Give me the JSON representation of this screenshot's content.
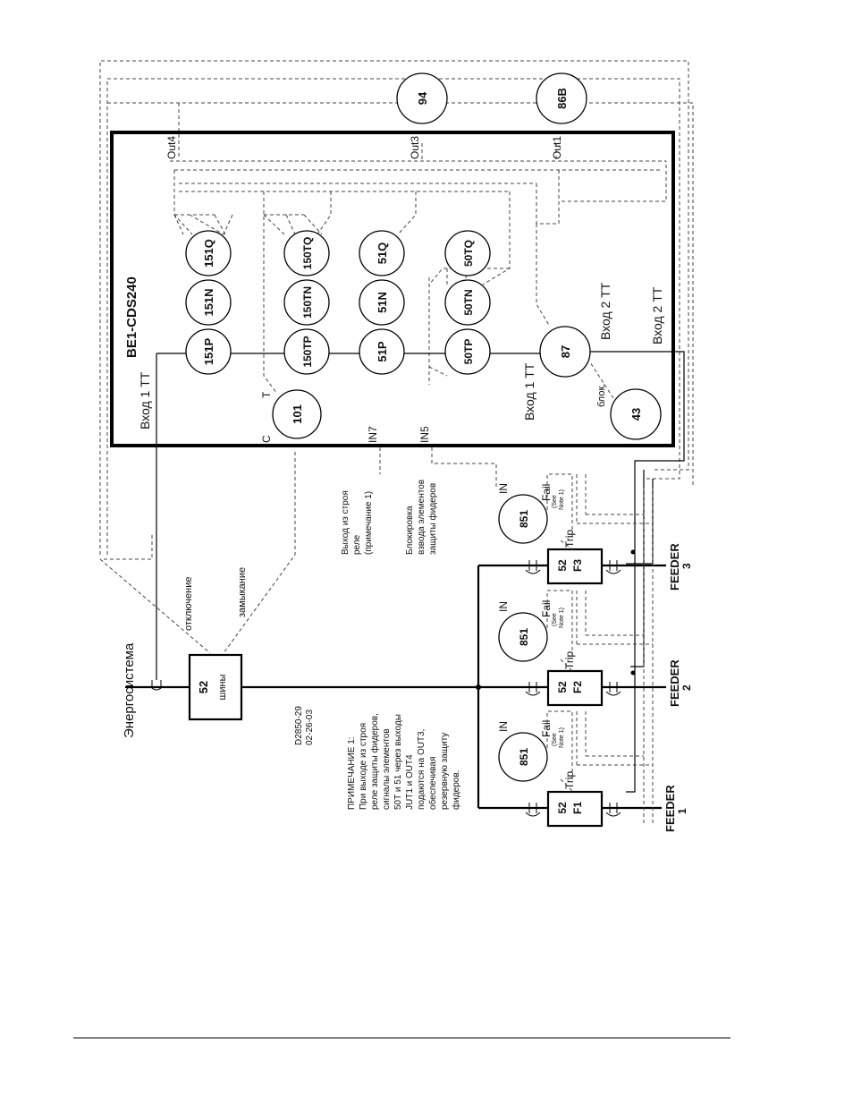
{
  "relay": {
    "title": "BE1-CDS240",
    "input1": "Вход 1 ТТ",
    "input2": "Вход 2 ТТ",
    "block_label": "блок.",
    "in7": "IN7",
    "in5": "IN5",
    "c_label": "C",
    "t_label": "T",
    "outputs": {
      "out1": "Out1",
      "out3": "Out3",
      "out4": "Out4"
    },
    "elements": {
      "e151P": "151P",
      "e151N": "151N",
      "e151Q": "151Q",
      "e150TP": "150TP",
      "e150TN": "150TN",
      "e150TQ": "150TQ",
      "e51P": "51P",
      "e51N": "51N",
      "e51Q": "51Q",
      "e50TP": "50TP",
      "e50TN": "50TN",
      "e50TQ": "50TQ",
      "e87": "87",
      "e101": "101",
      "e43": "43"
    }
  },
  "external": {
    "e94": "94",
    "e86B": "86B",
    "energy_system": "Энергосистема",
    "breaker_main": {
      "num": "52",
      "sub": "шины"
    },
    "trip_label": "отключение",
    "close_label": "замыкание",
    "relay_fail_label": [
      "Выход из строя",
      "реле",
      "(примечание 1)"
    ],
    "blocking_label": [
      "Блокировка",
      "взвода элементов",
      "защиты фидеров"
    ],
    "drawing_no": [
      "D2850-29",
      "02-26-03"
    ]
  },
  "feeders": [
    {
      "relay": "851",
      "breaker": "52",
      "name": "F1",
      "feeder": "FEEDER",
      "num": "1",
      "trip": "Trip",
      "fail": "Fail",
      "in": "IN",
      "see_note": [
        "(See",
        "Note 1)"
      ]
    },
    {
      "relay": "851",
      "breaker": "52",
      "name": "F2",
      "feeder": "FEEDER",
      "num": "2",
      "trip": "Trip",
      "fail": "Fail",
      "in": "IN",
      "see_note": [
        "(See",
        "Note 1)"
      ]
    },
    {
      "relay": "851",
      "breaker": "52",
      "name": "F3",
      "feeder": "FEEDER",
      "num": "3",
      "trip": "Trip",
      "fail": "Fail",
      "in": "IN",
      "see_note": [
        "(See",
        "Note 1)"
      ]
    }
  ],
  "note": {
    "lines": [
      "ПРИМЕЧАНИЕ 1:",
      "При выходе из строя",
      "реле защиты фидеров,",
      "сигналы элементов",
      "50T и 51 через выходы",
      "JUT1 и OUT4",
      "подаются на  OUT3,",
      "обеспечивая",
      "резервную защиту",
      "фидеров."
    ]
  }
}
